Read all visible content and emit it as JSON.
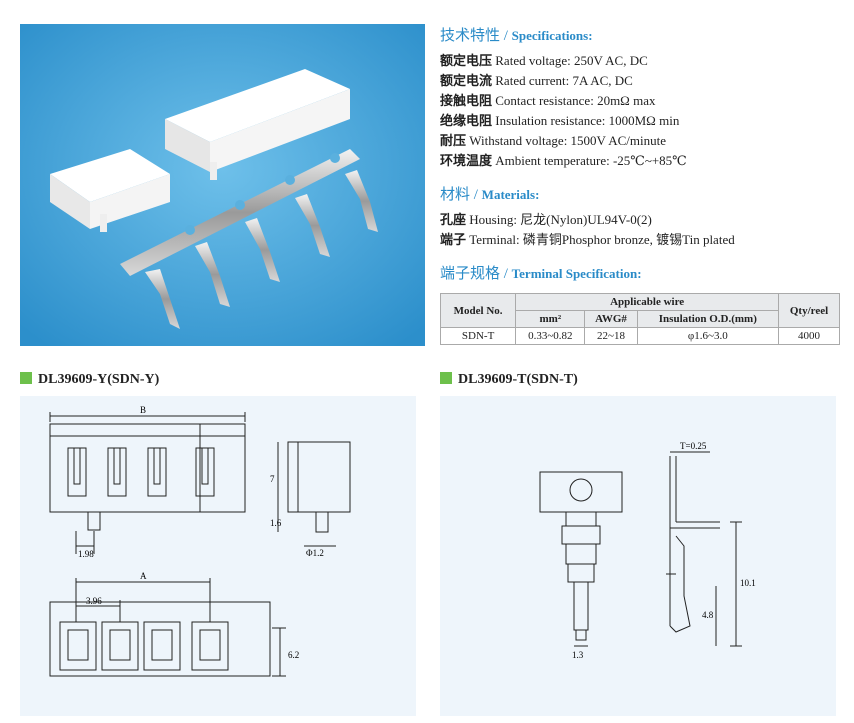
{
  "specs": {
    "title_cn": "技术特性 /",
    "title_en": "Specifications:",
    "lines": [
      {
        "cn": "额定电压",
        "en": " Rated voltage: 250V AC, DC"
      },
      {
        "cn": "额定电流",
        "en": " Rated current: 7A AC, DC"
      },
      {
        "cn": "接触电阻",
        "en": " Contact resistance: 20mΩ max"
      },
      {
        "cn": "绝缘电阻",
        "en": " Insulation resistance: 1000MΩ min"
      },
      {
        "cn": "耐压",
        "en": " Withstand voltage: 1500V AC/minute"
      },
      {
        "cn": "环境温度",
        "en": " Ambient temperature: -25℃~+85℃"
      }
    ]
  },
  "materials": {
    "title_cn": "材料 /",
    "title_en": "Materials:",
    "lines": [
      {
        "cn": "孔座",
        "en": " Housing: 尼龙(Nylon)UL94V-0(2)"
      },
      {
        "cn": "端子",
        "en": " Terminal: 磷青铜Phosphor bronze, 镀锡Tin plated"
      }
    ]
  },
  "terminal_spec": {
    "title_cn": "端子规格 /",
    "title_en": "Terminal Specification:",
    "headers": {
      "model": "Model No.",
      "wire": "Applicable wire",
      "mm2": "mm²",
      "awg": "AWG#",
      "insulation": "Insulation O.D.(mm)",
      "qty": "Qty/reel"
    },
    "row": {
      "model": "SDN-T",
      "mm2": "0.33~0.82",
      "awg": "22~18",
      "insulation": "φ1.6~3.0",
      "qty": "4000"
    }
  },
  "drawings": {
    "left_title": "DL39609-Y(SDN-Y)",
    "right_title": "DL39609-T(SDN-T)",
    "left_dims": {
      "b": "B",
      "a": "A",
      "pitch": "3.96",
      "d1": "1.98",
      "h7": "7",
      "h16": "1.6",
      "phi": "Φ1.2",
      "h62": "6.2"
    },
    "right_dims": {
      "t": "T=0.25",
      "w13": "1.3",
      "h101": "10.1",
      "h48": "4.8"
    }
  },
  "colors": {
    "accent": "#2a8bc8",
    "green": "#6dc04b",
    "panel": "#eef5fb"
  }
}
